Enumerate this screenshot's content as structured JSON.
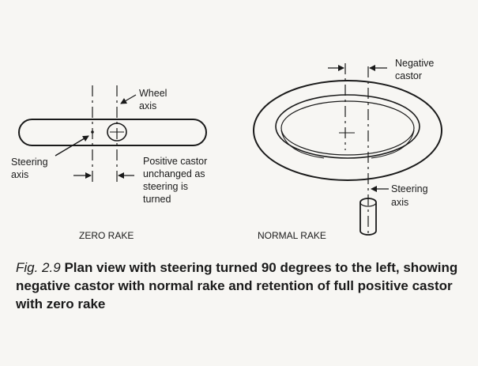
{
  "labels": {
    "wheel_axis_line1": "Wheel",
    "wheel_axis_line2": "axis",
    "steering_axis_left_line1": "Steering",
    "steering_axis_left_line2": "axis",
    "positive_castor_line1": "Positive castor",
    "positive_castor_line2": "unchanged as",
    "positive_castor_line3": "steering is",
    "positive_castor_line4": "turned",
    "negative_castor_line1": "Negative",
    "negative_castor_line2": "castor",
    "steering_axis_right_line1": "Steering",
    "steering_axis_right_line2": "axis"
  },
  "subtitles": {
    "zero_rake": "ZERO RAKE",
    "normal_rake": "NORMAL RAKE"
  },
  "caption": {
    "figure_number": "Fig. 2.9",
    "text": "Plan view with steering turned 90 degrees to the left, showing negative castor with normal rake and retention of full positive castor with zero rake"
  },
  "colors": {
    "ink": "#1a1a1a",
    "paper": "#f7f6f3"
  }
}
